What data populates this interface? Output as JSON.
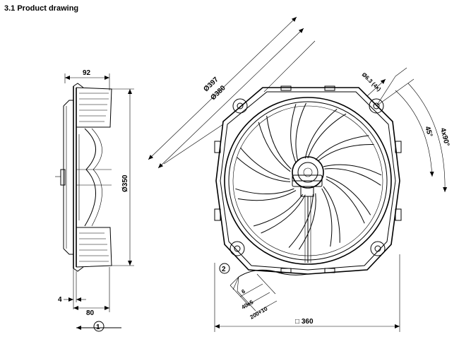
{
  "section": {
    "title": "3.1 Product drawing"
  },
  "side_view": {
    "dim_top": "92",
    "dim_height": "Ø350",
    "dim_flange": "4",
    "dim_depth": "80",
    "view_marker": "1"
  },
  "front_view": {
    "dim_outer_diameter": "Ø397",
    "dim_inner_diameter": "Ø380",
    "dim_holes": "Ø6.3 (4x)",
    "dim_angle_a": "45°",
    "dim_angle_b": "4x90°",
    "dim_square": "□ 360",
    "cable_marker": "2",
    "cable_dim_a": "6",
    "cable_dim_b": "40±5",
    "cable_dim_c": "200+10"
  }
}
